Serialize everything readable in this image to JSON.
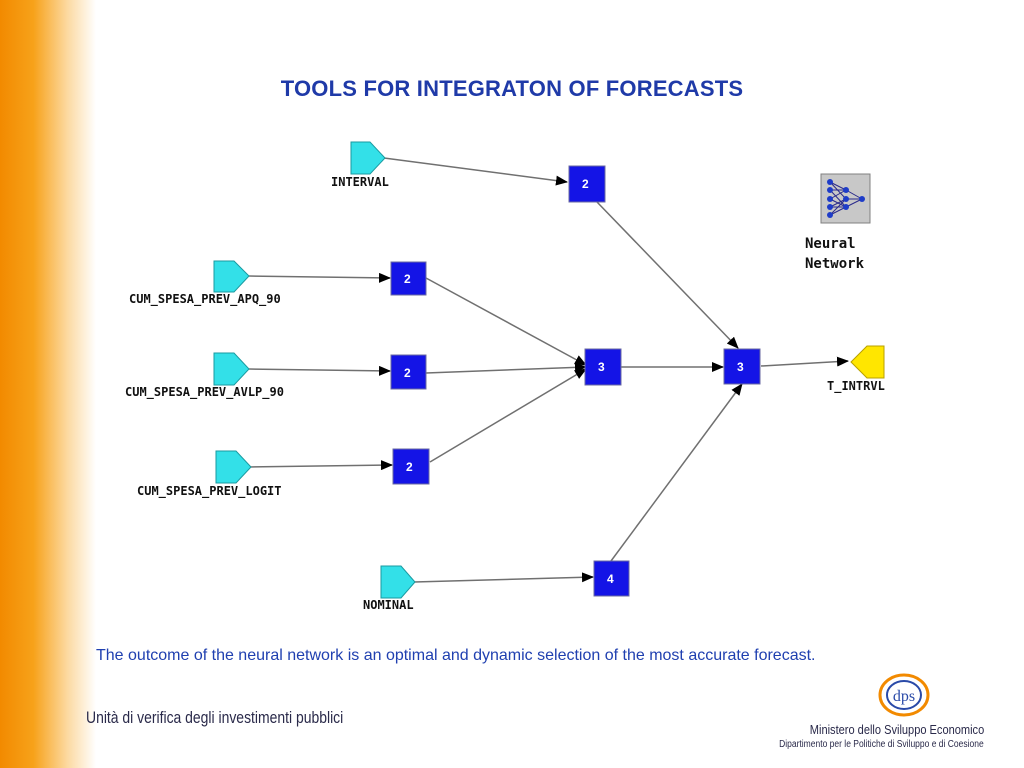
{
  "title": "TOOLS FOR INTEGRATON OF FORECASTS",
  "nodes": {
    "interval": "INTERVAL",
    "apq": "CUM_SPESA_PREV_APQ_90",
    "avlp": "CUM_SPESA_PREV_AVLP_90",
    "logit": "CUM_SPESA_PREV_LOGIT",
    "nominal": "NOMINAL",
    "target": "T_INTRVL"
  },
  "boxes": {
    "b_interval": "2",
    "b_apq": "2",
    "b_avlp": "2",
    "b_logit": "2",
    "b_merge": "3",
    "b_final": "3",
    "b_nominal": "4"
  },
  "legend": {
    "line1": "Neural",
    "line2": "Network"
  },
  "caption": "The outcome of the neural network is an optimal and dynamic selection of the most accurate forecast.",
  "footer": {
    "unit": "Unità di verifica degli investimenti pubblici",
    "ministry": "Ministero dello Sviluppo Economico",
    "department": "Dipartimento per le Politiche di Sviluppo e di Coesione",
    "logo_text": "dps"
  },
  "colors": {
    "input_node": "#33e0e8",
    "target_node": "#ffe600",
    "hidden_box": "#1414e6",
    "title": "#1f3aa8",
    "accent_orange": "#f28a00"
  }
}
